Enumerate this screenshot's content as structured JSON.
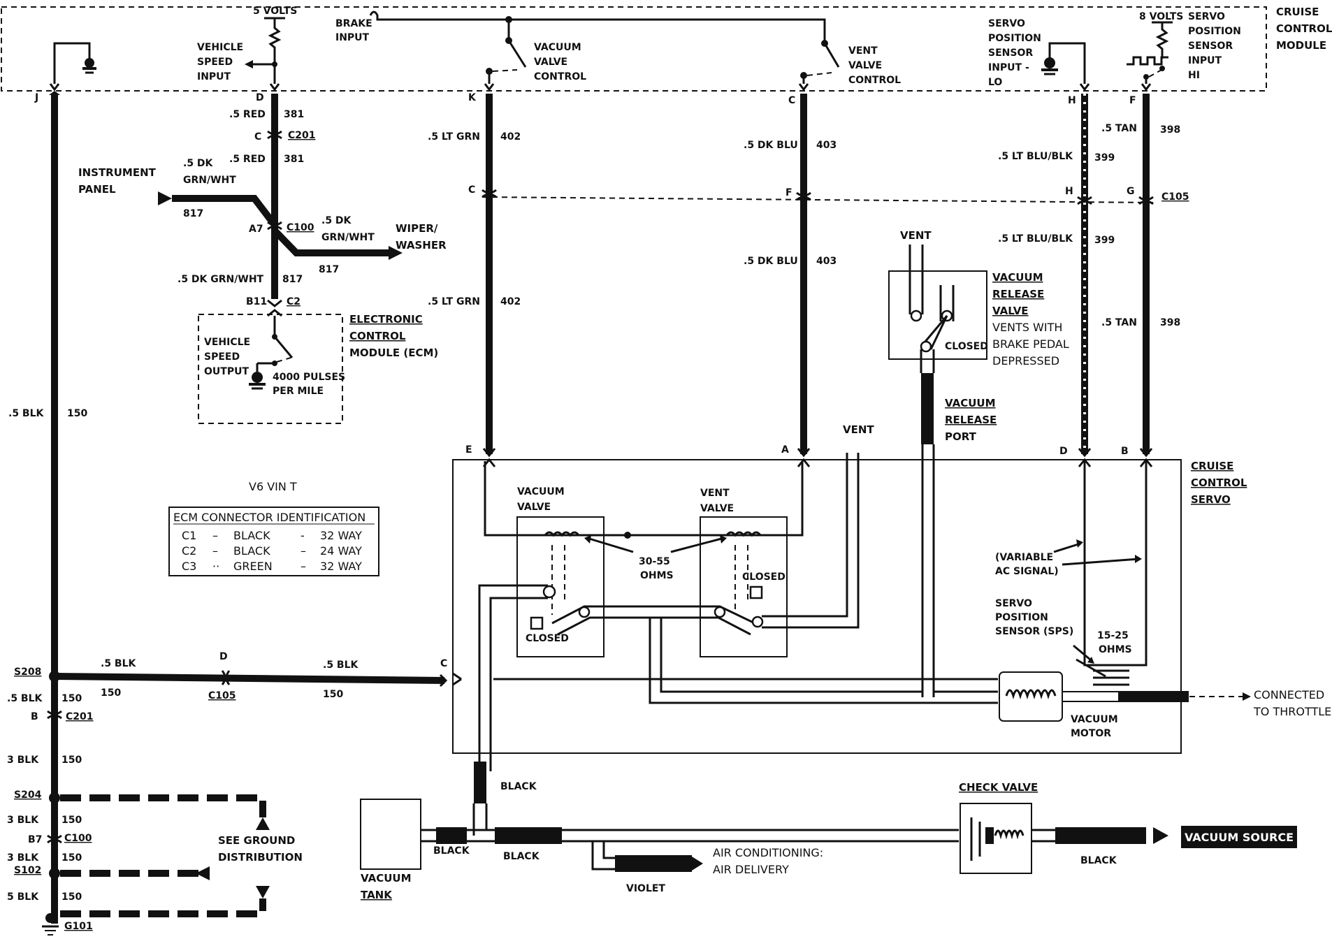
{
  "module": {
    "title_lines": [
      "CRUISE",
      "CONTROL",
      "MODULE"
    ],
    "five_volts": "5 VOLTS",
    "eight_volts": "8 VOLTS",
    "brake_input": [
      "BRAKE",
      "INPUT"
    ],
    "vss_input": [
      "VEHICLE",
      "SPEED",
      "INPUT"
    ],
    "vacuum_valve_control": [
      "VACUUM",
      "VALVE",
      "CONTROL"
    ],
    "vent_valve_control": [
      "VENT",
      "VALVE",
      "CONTROL"
    ],
    "sps_input_lo": [
      "SERVO",
      "POSITION",
      "SENSOR",
      "INPUT -",
      "LO"
    ],
    "sps_input_hi": [
      "SERVO",
      "POSITION",
      "SENSOR",
      "INPUT",
      "HI"
    ],
    "pins": [
      "J",
      "D",
      "K",
      "C",
      "H",
      "F"
    ]
  },
  "wires": {
    "j_color": ".5 BLK",
    "j_circuit": "150",
    "d_color_1": ".5 RED",
    "d_circuit_1": "381",
    "d_color_2": ".5 RED",
    "d_circuit_2": "381",
    "k_color_1": ".5 LT GRN",
    "k_circuit_1": "402",
    "k_color_2": ".5 LT GRN",
    "k_circuit_2": "402",
    "c_color_1": ".5 DK BLU",
    "c_circuit_1": "403",
    "c_color_2": ".5 DK BLU",
    "c_circuit_2": "403",
    "h_color_1": ".5 LT BLU/BLK",
    "h_circuit_1": "399",
    "h_color_2": ".5 LT BLU/BLK",
    "h_circuit_2": "399",
    "f_color_1": ".5 TAN",
    "f_circuit_1": "398",
    "f_color_2": ".5 TAN",
    "f_circuit_2": "398",
    "ip_color": [
      ".5 DK",
      "GRN/WHT"
    ],
    "ip_circuit": "817",
    "wiper_color": [
      ".5 DK",
      "GRN/WHT"
    ],
    "wiper_circuit": "817",
    "ecm_color": ".5 DK GRN/WHT",
    "ecm_circuit": "817",
    "servo_c_color_1": ".5 BLK",
    "servo_c_circuit_1": "150",
    "servo_c_color_2": ".5 BLK",
    "servo_c_circuit_2": "150"
  },
  "connectors": {
    "c201": "C201",
    "c201_pin": "C",
    "c100": "C100",
    "c100_pin": "A7",
    "c2": "C2",
    "c2_pin": "B11",
    "c105": "C105",
    "c105_pins": [
      "C",
      "F",
      "H",
      "G"
    ],
    "c105_d": "D",
    "c105_low": "C105",
    "s208": "S208",
    "c201_low": "C201",
    "c201_low_pin": "B",
    "s204": "S204",
    "c100_low": "C100",
    "c100_low_pin": "B7",
    "s102": "S102",
    "g101": "G101"
  },
  "ground_wires": [
    {
      "color": ".5 BLK",
      "circuit": "150"
    },
    {
      "color": "3 BLK",
      "circuit": "150"
    },
    {
      "color": "3 BLK",
      "circuit": "150"
    },
    {
      "color": "3 BLK",
      "circuit": "150"
    },
    {
      "color": "5 BLK",
      "circuit": "150"
    }
  ],
  "labels": {
    "instrument_panel": [
      "INSTRUMENT",
      "PANEL"
    ],
    "wiper_washer": [
      "WIPER/",
      "WASHER"
    ],
    "ecm_title": [
      "ELECTRONIC",
      "CONTROL",
      "MODULE (ECM)"
    ],
    "ecm_vss_output": [
      "VEHICLE",
      "SPEED",
      "OUTPUT"
    ],
    "ecm_pulses": [
      "4000 PULSES",
      "PER MILE"
    ],
    "v6vin": "V6 VIN T",
    "see_ground": [
      "SEE GROUND",
      "DISTRIBUTION"
    ],
    "vent_top": "VENT",
    "vent_mid": "VENT",
    "vacuum_release_valve": [
      "VACUUM",
      "RELEASE",
      "VALVE"
    ],
    "vents_with": [
      "VENTS WITH",
      "BRAKE PEDAL",
      "DEPRESSED"
    ],
    "closed_release": "CLOSED",
    "vacuum_release_port": [
      "VACUUM",
      "RELEASE",
      "PORT"
    ],
    "servo_title": [
      "CRUISE",
      "CONTROL",
      "SERVO"
    ],
    "vacuum_valve": [
      "VACUUM",
      "VALVE"
    ],
    "vent_valve": [
      "VENT",
      "VALVE"
    ],
    "ohms_valve": [
      "30-55",
      "OHMS"
    ],
    "closed_vac": "CLOSED",
    "closed_vent": "CLOSED",
    "variable_ac": [
      "(VARIABLE",
      "AC SIGNAL)"
    ],
    "sps": [
      "SERVO",
      "POSITION",
      "SENSOR (SPS)"
    ],
    "ohms_sps": [
      "15-25",
      "OHMS"
    ],
    "vacuum_motor": [
      "VACUUM",
      "MOTOR"
    ],
    "connected_throttle": [
      "CONNECTED",
      "TO THROTTLE"
    ],
    "servo_pins": [
      "E",
      "A",
      "D",
      "B",
      "C"
    ],
    "hose_black_1": "BLACK",
    "hose_black_2": "BLACK",
    "hose_black_3": "BLACK",
    "hose_black_4": "BLACK",
    "vacuum_tank": [
      "VACUUM",
      "TANK"
    ],
    "check_valve": "CHECK VALVE",
    "vacuum_source": "VACUUM SOURCE",
    "violet": "VIOLET",
    "ac_delivery": [
      "AIR CONDITIONING:",
      "AIR DELIVERY"
    ]
  },
  "ecm_table": {
    "title": "ECM CONNECTOR IDENTIFICATION",
    "rows": [
      {
        "id": "C1",
        "dash1": "–",
        "color": "BLACK",
        "dash2": "-",
        "way": "32 WAY"
      },
      {
        "id": "C2",
        "dash1": "–",
        "color": "BLACK",
        "dash2": "–",
        "way": "24 WAY"
      },
      {
        "id": "C3",
        "dash1": "··",
        "color": "GREEN",
        "dash2": "–",
        "way": "32 WAY"
      }
    ]
  }
}
